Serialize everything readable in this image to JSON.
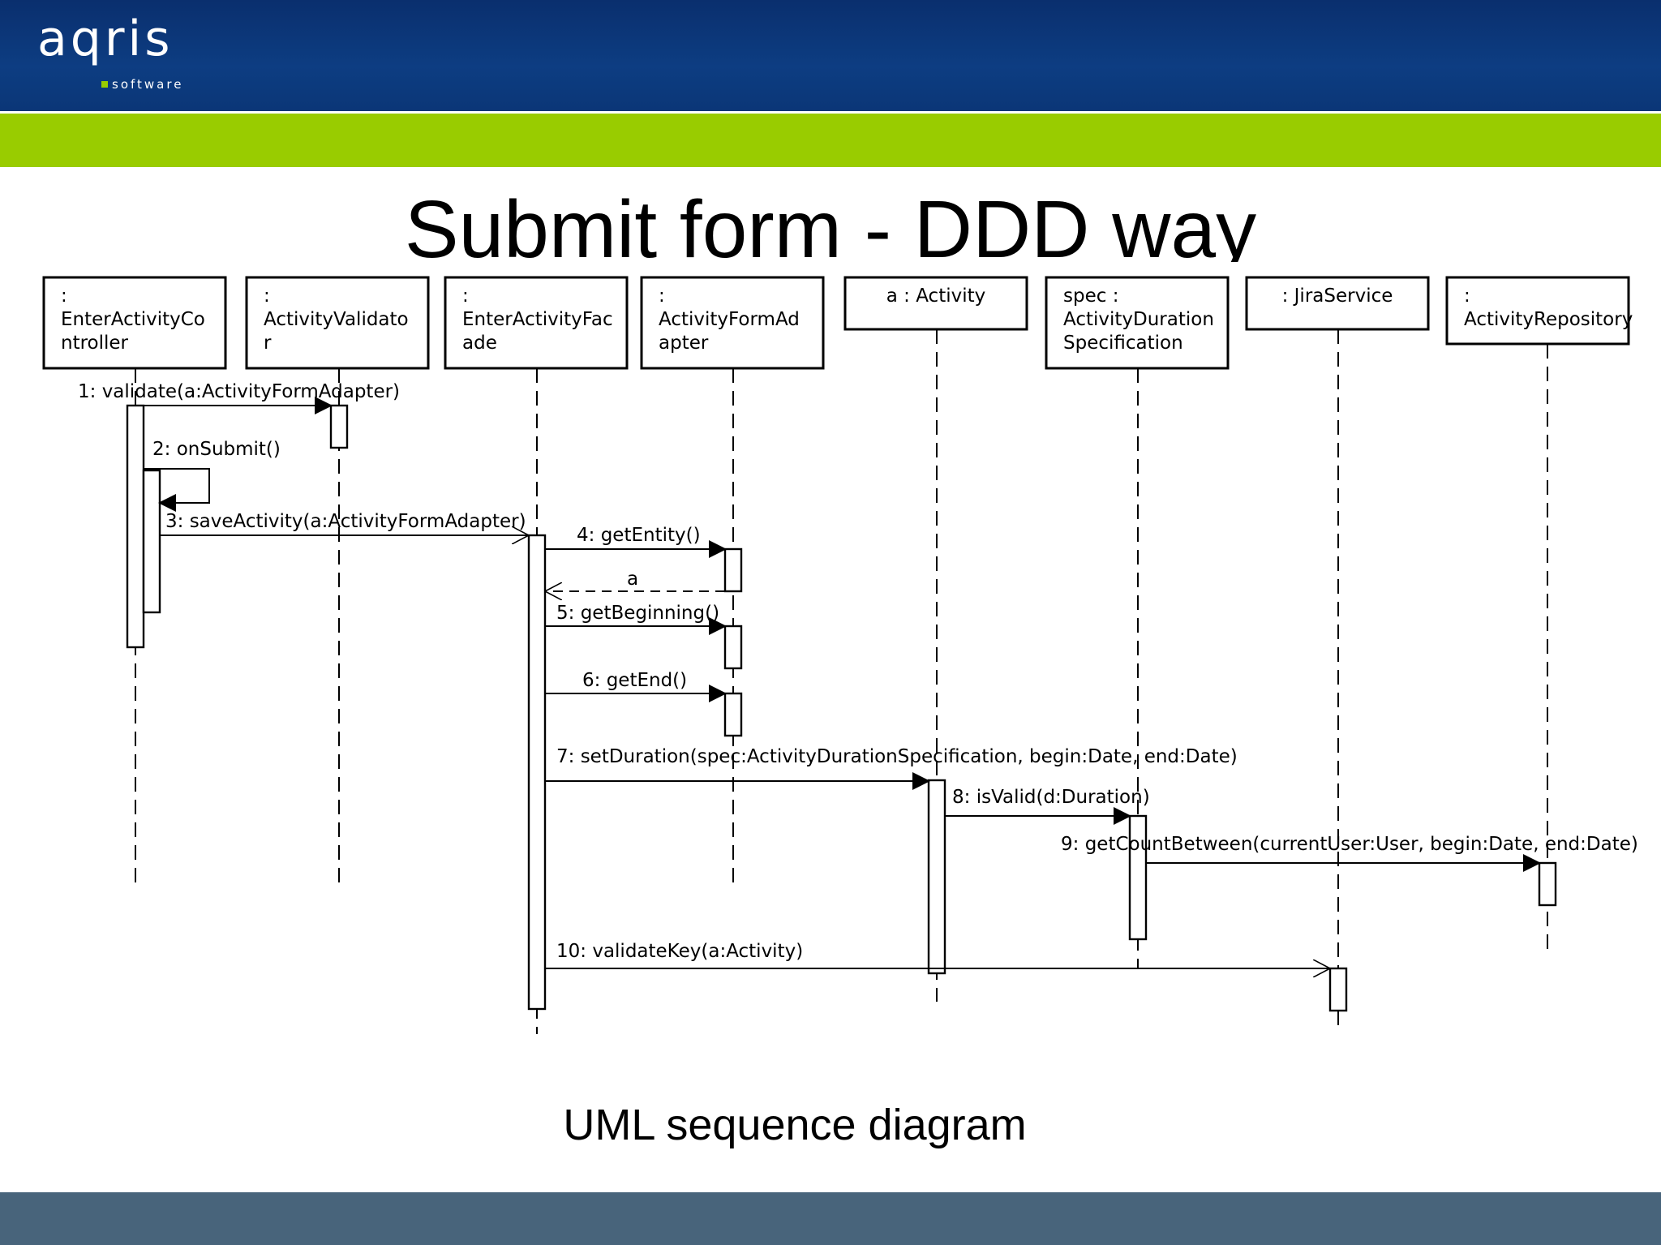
{
  "logo": {
    "name": "aqris",
    "sub": "software"
  },
  "title": "Submit form - DDD way",
  "caption": "UML sequence diagram",
  "colors": {
    "header": "#0d3d82",
    "band": "#99cc00",
    "footer": "#48647b"
  },
  "lifelines": [
    {
      "lines": [
        ":",
        "EnterActivityCo",
        "ntroller"
      ]
    },
    {
      "lines": [
        ":",
        "ActivityValidato",
        "r"
      ]
    },
    {
      "lines": [
        ":",
        "EnterActivityFac",
        "ade"
      ]
    },
    {
      "lines": [
        ":",
        "ActivityFormAd",
        "apter"
      ]
    },
    {
      "lines": [
        "a : Activity"
      ]
    },
    {
      "lines": [
        "spec :",
        "ActivityDuration",
        "Specification"
      ]
    },
    {
      "lines": [
        ": JiraService"
      ]
    },
    {
      "lines": [
        ":",
        "ActivityRepository"
      ]
    }
  ],
  "messages": [
    {
      "label": "1: validate(a:ActivityFormAdapter)"
    },
    {
      "label": "2: onSubmit()"
    },
    {
      "label": "3: saveActivity(a:ActivityFormAdapter)"
    },
    {
      "label": "4: getEntity()"
    },
    {
      "label": "a"
    },
    {
      "label": "5: getBeginning()"
    },
    {
      "label": "6: getEnd()"
    },
    {
      "label": "7: setDuration(spec:ActivityDurationSpecification, begin:Date, end:Date)"
    },
    {
      "label": "8: isValid(d:Duration)"
    },
    {
      "label": "9: getCountBetween(currentUser:User, begin:Date, end:Date)"
    },
    {
      "label": "10: validateKey(a:Activity)"
    }
  ]
}
